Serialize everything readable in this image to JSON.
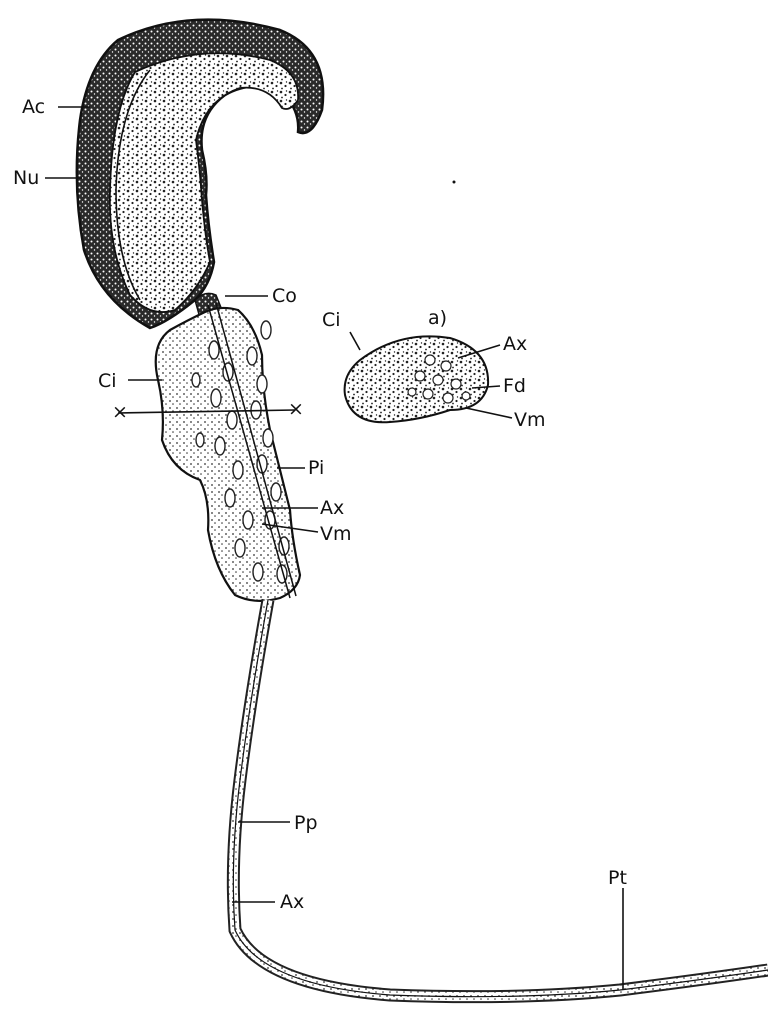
{
  "labels": {
    "ac": "Ac",
    "nu": "Nu",
    "co": "Co",
    "ci_main": "Ci",
    "pi": "Pi",
    "ax_mid": "Ax",
    "vm_mid": "Vm",
    "pp": "Pp",
    "ax_low": "Ax",
    "pt": "Pt",
    "inset_tag": "a)",
    "ci_inset": "Ci",
    "ax_inset": "Ax",
    "fd_inset": "Fd",
    "vm_inset": "Vm"
  },
  "colors": {
    "ink": "#111111",
    "background": "#ffffff"
  }
}
